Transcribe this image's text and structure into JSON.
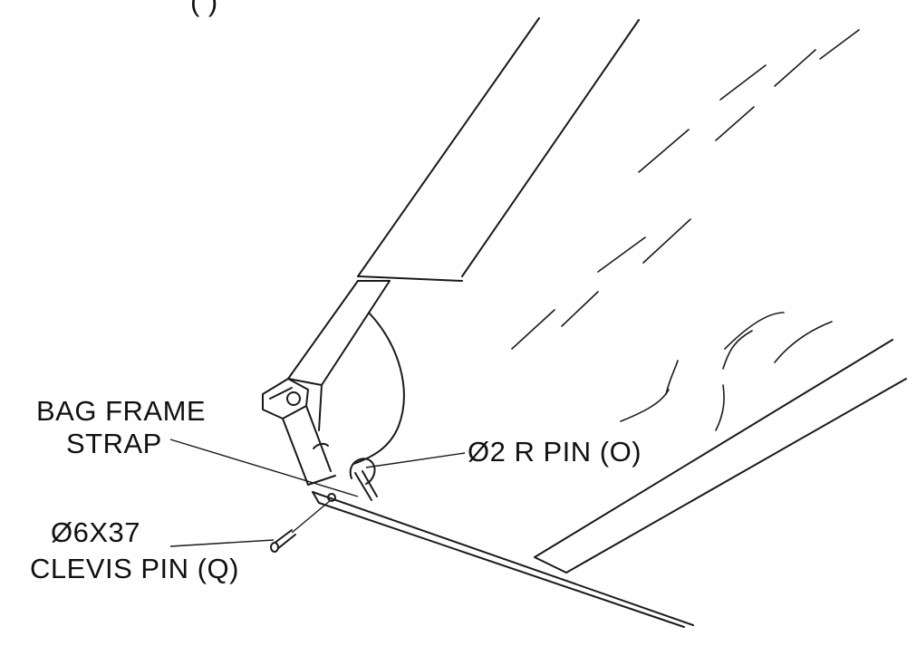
{
  "labels": {
    "top_partial": "(   )",
    "bag_frame_strap_line1": "BAG FRAME",
    "bag_frame_strap_line2": "STRAP",
    "r_pin": "Ø2 R PIN (O)",
    "clevis_pin_line1": "Ø6X37",
    "clevis_pin_line2": "CLEVIS PIN (Q)"
  },
  "colors": {
    "ink": "#1a1a1a",
    "background": "#ffffff"
  }
}
